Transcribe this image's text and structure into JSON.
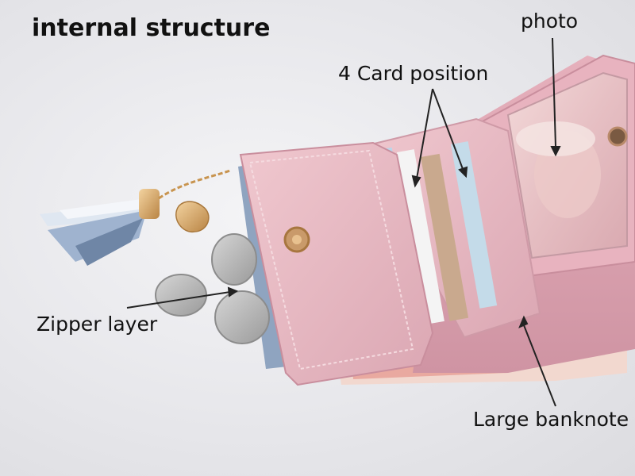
{
  "title": "internal structure",
  "labels": {
    "photo": "photo",
    "cards": "4 Card position",
    "zipper": "Zipper layer",
    "banknote": "Large banknote"
  },
  "colors": {
    "wallet_pink": "#e8b8c2",
    "wallet_pink_dark": "#d49aa8",
    "zipper_blue": "#8fa4c0",
    "coin_silver": "#b9b9b9",
    "charm_gold": "#d8a86a"
  }
}
